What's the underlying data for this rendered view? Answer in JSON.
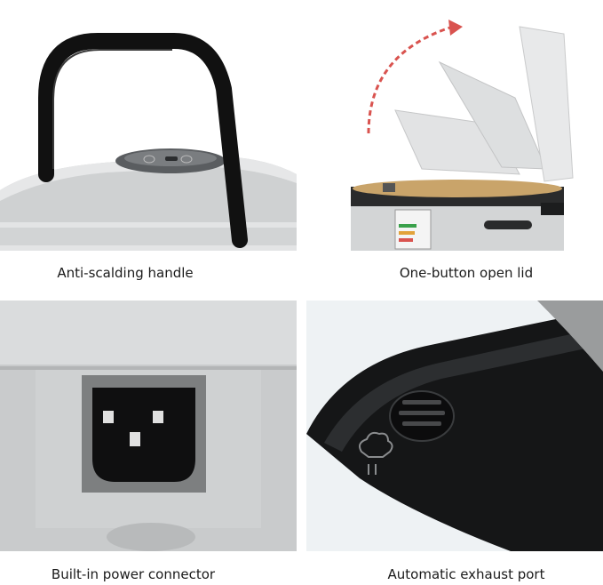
{
  "panels": [
    {
      "id": "handle",
      "caption": "Anti-scalding handle"
    },
    {
      "id": "lid",
      "caption": "One-button open lid"
    },
    {
      "id": "connector",
      "caption": "Built-in power connector"
    },
    {
      "id": "exhaust",
      "caption": "Automatic exhaust port"
    }
  ],
  "colors": {
    "background": "#ffffff",
    "body_grey": "#c9cbcc",
    "handle_black": "#111111",
    "arrow_red": "#d9534f"
  }
}
